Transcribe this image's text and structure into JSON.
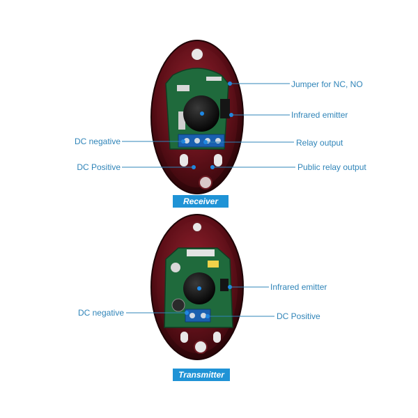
{
  "receiver": {
    "title": "Receiver",
    "labels": {
      "jumper": "Jumper for NC, NO",
      "infrared_emitter": "Infrared emitter",
      "relay_output": "Relay output",
      "public_relay_output": "Public relay output",
      "dc_negative": "DC negative",
      "dc_positive": "DC Positive"
    }
  },
  "transmitter": {
    "title": "Transmitter",
    "labels": {
      "infrared_emitter": "Infrared emitter",
      "dc_negative": "DC negative",
      "dc_positive": "DC Positive"
    }
  },
  "colors": {
    "label_text": "#2f84b8",
    "leader_line": "#2f84b8",
    "badge_bg": "#1f93d6",
    "housing": "#4a0a10",
    "pcb": "#1f6a3c",
    "lens": "#121212",
    "dot": "#1e88e5"
  }
}
